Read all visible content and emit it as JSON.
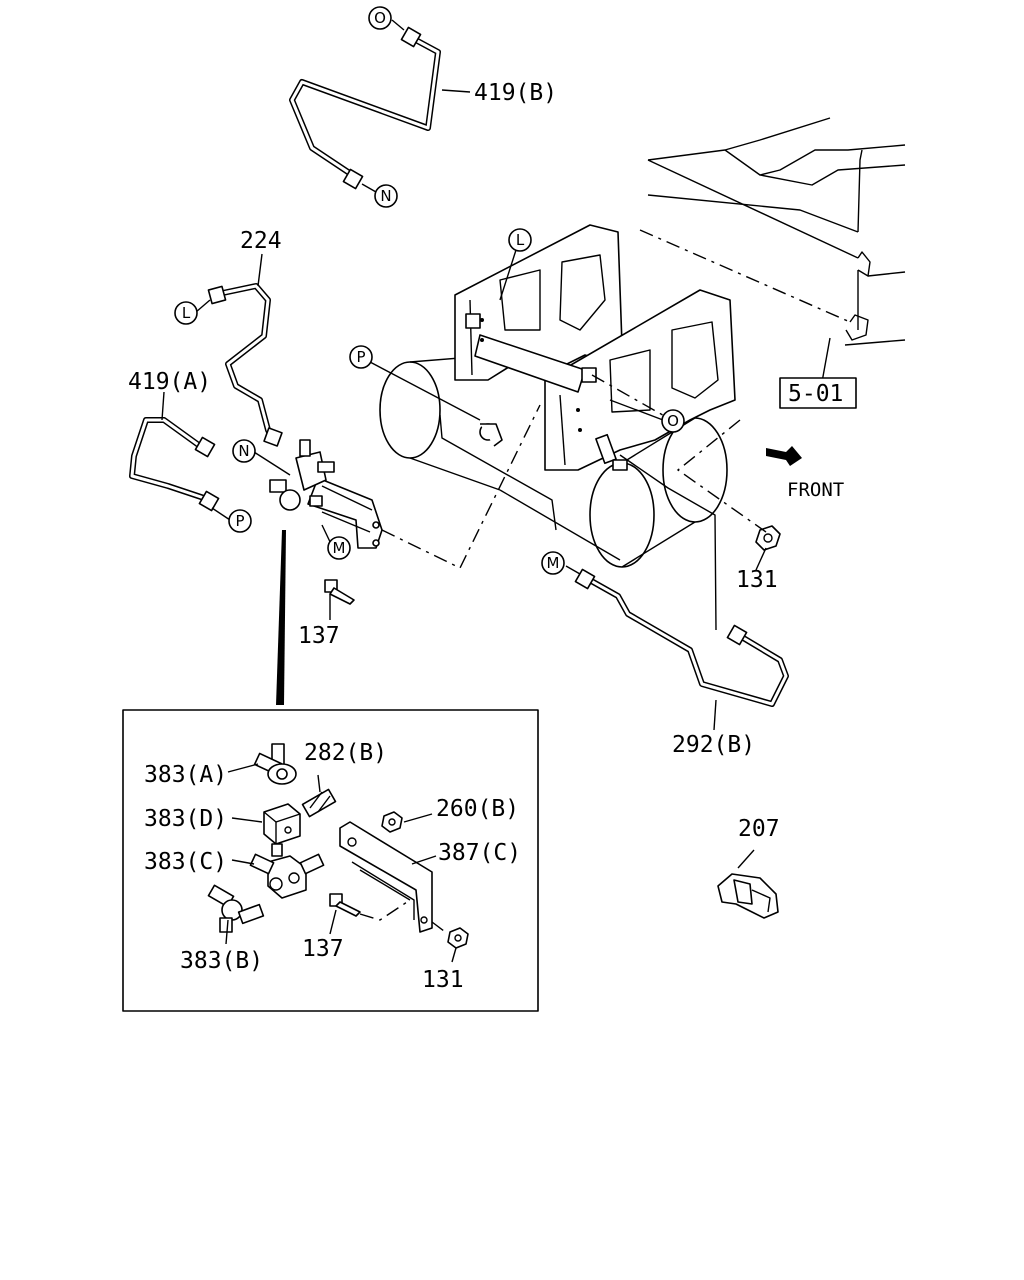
{
  "callouts": {
    "o_top": "O",
    "n_top": "N",
    "l_left": "L",
    "n_mid": "N",
    "p_left": "P",
    "m_mid": "M",
    "l_frame": "L",
    "p_frame": "P",
    "o_frame": "O",
    "m_right": "M"
  },
  "labels": {
    "p419b": "419(B)",
    "p224": "224",
    "p419a": "419(A)",
    "p137_main": "137",
    "p131_main": "131",
    "p292b": "292(B)",
    "ref_501": "5-01",
    "front": "FRONT",
    "p207": "207"
  },
  "inset": {
    "p383a": "383(A)",
    "p282b": "282(B)",
    "p383d": "383(D)",
    "p260b": "260(B)",
    "p383c": "383(C)",
    "p387c": "387(C)",
    "p383b": "383(B)",
    "p137": "137",
    "p131": "131"
  }
}
